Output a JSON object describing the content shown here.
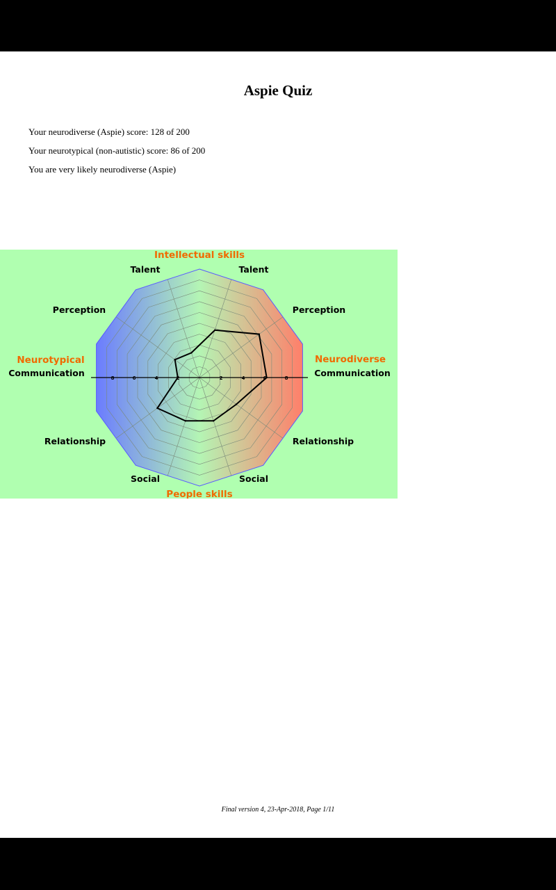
{
  "document": {
    "title": "Aspie Quiz",
    "lines": [
      "Your neurodiverse (Aspie) score: 128 of 200",
      "Your neurotypical (non-autistic) score: 86 of 200",
      "You are very likely neurodiverse (Aspie)"
    ],
    "footer": "Final version 4, 23-Apr-2018,  Page 1/11"
  },
  "chart": {
    "categories": {
      "top": "Intellectual skills",
      "bottom": "People skills",
      "left": "Neurotypical",
      "right": "Neurodiverse"
    },
    "axis_labels": {
      "talent_left": "Talent",
      "talent_right": "Talent",
      "perception_left": "Perception",
      "perception_right": "Perception",
      "communication_left": "Communication",
      "communication_right": "Communication",
      "relationship_left": "Relationship",
      "relationship_right": "Relationship",
      "social_left": "Social",
      "social_right": "Social"
    },
    "ticks_left": [
      "8",
      "6",
      "4",
      "2"
    ],
    "ticks_right": [
      "2",
      "4",
      "6",
      "8"
    ],
    "colors": {
      "background": "#b0ffb0",
      "neurotypical_edge": "#6b7cff",
      "neurodiverse_edge": "#ff7f6a",
      "center": "#b4f5b4",
      "category_text": "#f06a00"
    }
  },
  "chart_data": {
    "type": "radar",
    "axes": [
      "Talent (neurodiverse)",
      "Perception (neurodiverse)",
      "Communication (neurodiverse)",
      "Relationship (neurodiverse)",
      "Social (neurodiverse)",
      "Social (neurotypical)",
      "Relationship (neurotypical)",
      "Communication (neurotypical)",
      "Perception (neurotypical)",
      "Talent (neurotypical)"
    ],
    "values": [
      4.6,
      6.8,
      6.2,
      4.2,
      4.2,
      4.2,
      4.8,
      2.0,
      2.8,
      2.4
    ],
    "rlim": [
      0,
      10
    ],
    "grid": true
  }
}
